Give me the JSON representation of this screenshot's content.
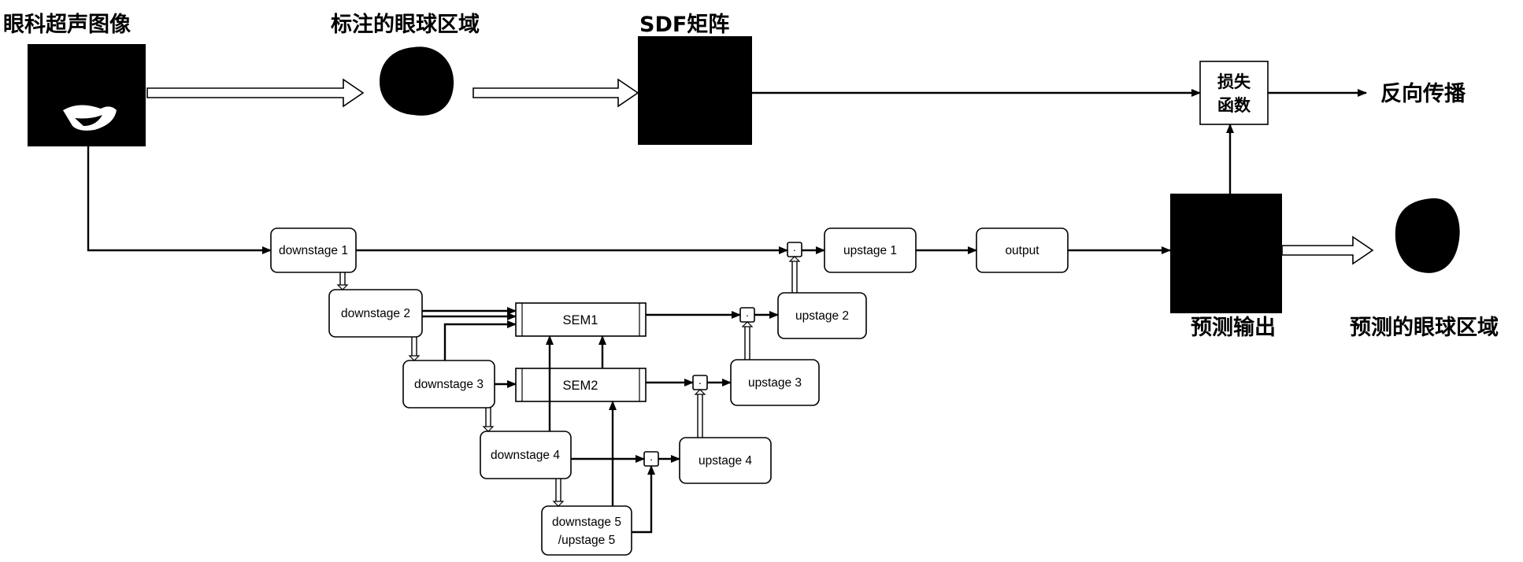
{
  "labels": {
    "input_image": "眼科超声图像",
    "annotated_region": "标注的眼球区域",
    "sdf_matrix": "SDF矩阵",
    "loss_line1": "损失",
    "loss_line2": "函数",
    "backprop": "反向传播",
    "prediction_output": "预测输出",
    "predicted_region": "预测的眼球区域"
  },
  "network": {
    "downstage1": "downstage 1",
    "downstage2": "downstage 2",
    "downstage3": "downstage 3",
    "downstage4": "downstage 4",
    "downstage5_line1": "downstage 5",
    "downstage5_line2": "/upstage 5",
    "sem1": "SEM1",
    "sem2": "SEM2",
    "upstage1": "upstage 1",
    "upstage2": "upstage 2",
    "upstage3": "upstage 3",
    "upstage4": "upstage 4",
    "output": "output",
    "merge_symbol": "·"
  },
  "colors": {
    "stroke": "#000000",
    "background": "#ffffff",
    "image_fill": "#000000"
  }
}
